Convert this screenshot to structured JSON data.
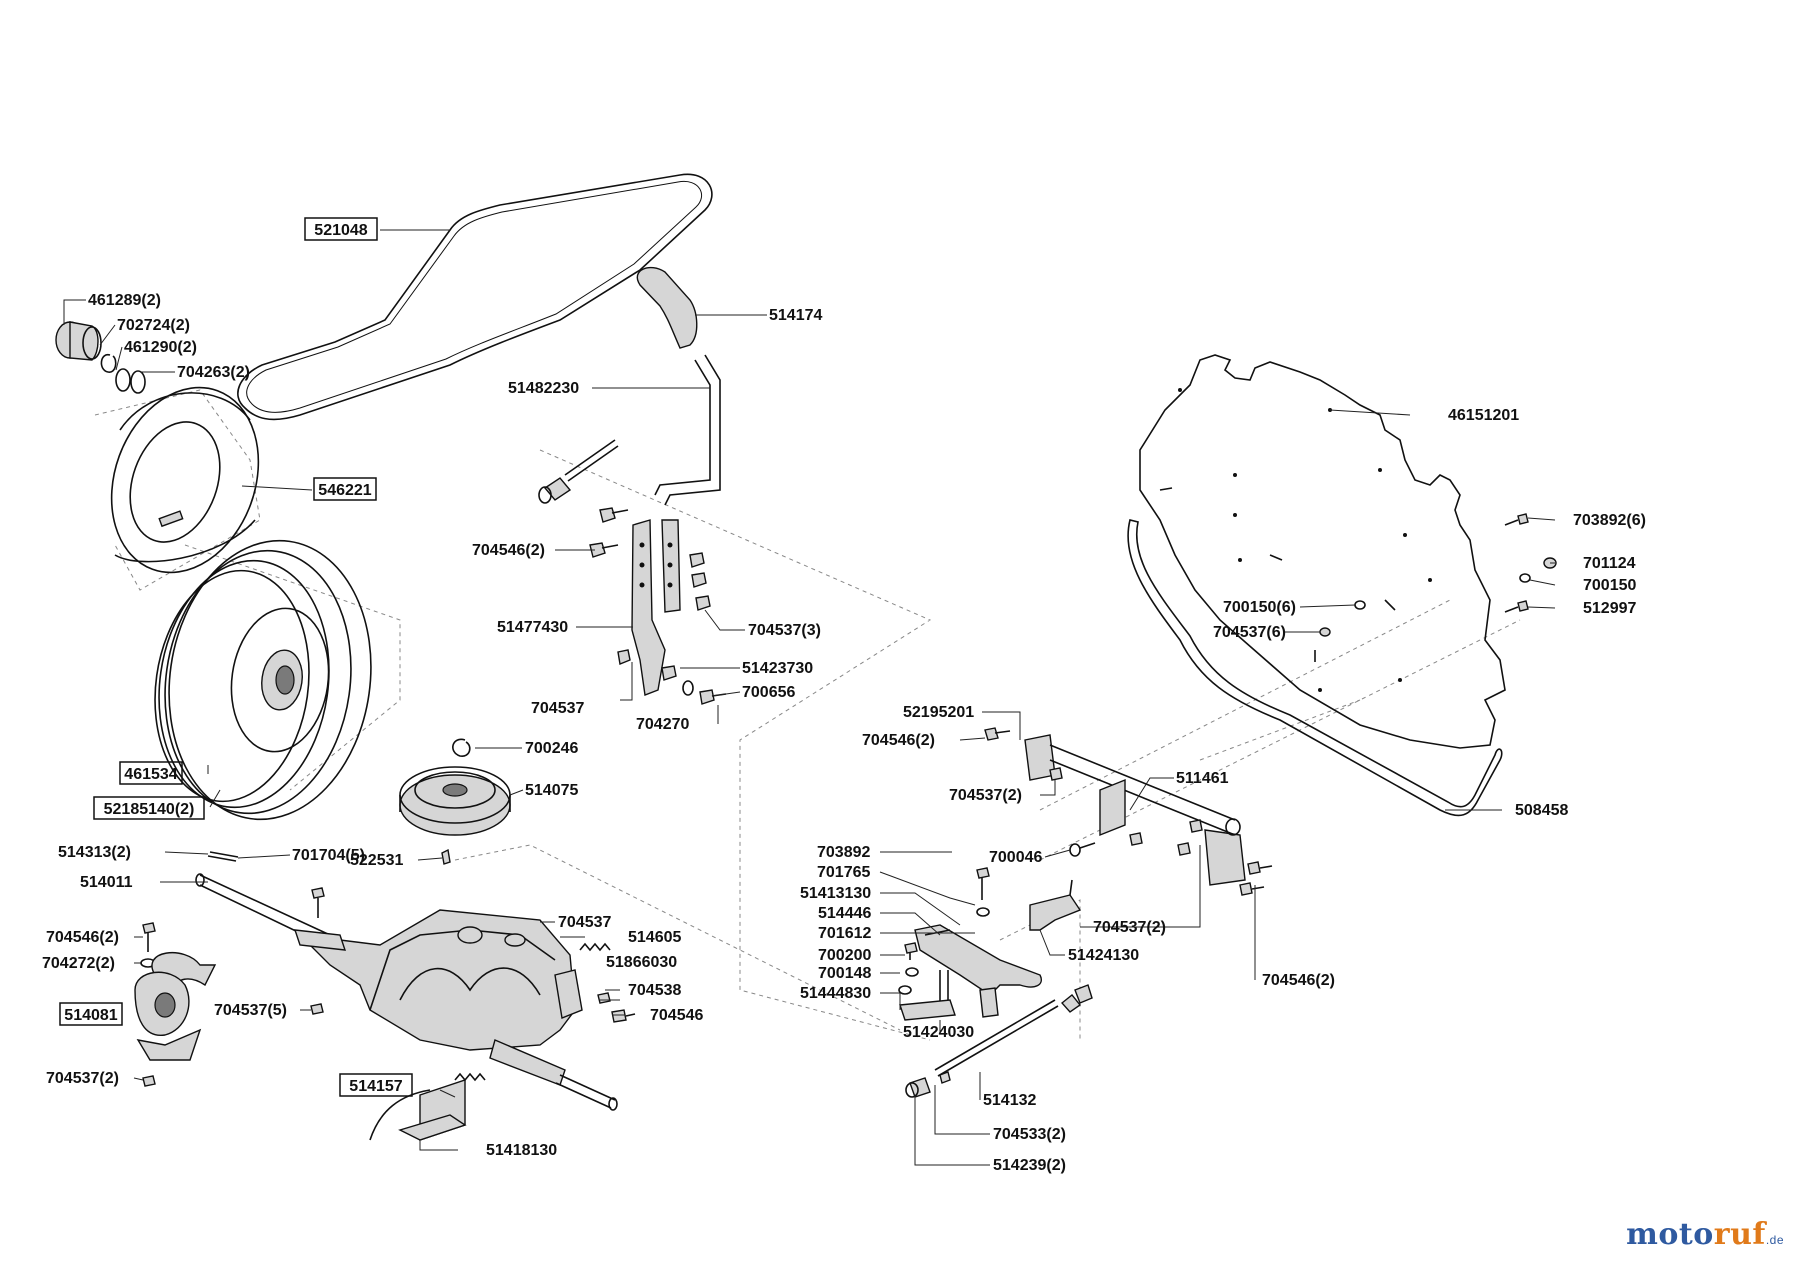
{
  "parts": {
    "p521048": "521048",
    "p461289": "461289(2)",
    "p702724": "702724(2)",
    "p461290": "461290(2)",
    "p704263": "704263(2)",
    "p546221": "546221",
    "p461534": "461534",
    "p52185140": "52185140(2)",
    "p514174": "514174",
    "p51482230": "51482230",
    "p704546_2a": "704546(2)",
    "p51477430": "51477430",
    "p704537_3": "704537(3)",
    "p51423730": "51423730",
    "p704537a": "704537",
    "p700656": "700656",
    "p704270": "704270",
    "p700246": "700246",
    "p514075": "514075",
    "p514313": "514313(2)",
    "p701704": "701704(5)",
    "p522531": "522531",
    "p514011": "514011",
    "p704546_2b": "704546(2)",
    "p704272": "704272(2)",
    "p514081": "514081",
    "p704537_5": "704537(5)",
    "p704537_2a": "704537(2)",
    "p704537b": "704537",
    "p514605": "514605",
    "p51866030": "51866030",
    "p704538": "704538",
    "p704546a": "704546",
    "p514157": "514157",
    "p51418130": "51418130",
    "p46151201": "46151201",
    "p703892_6": "703892(6)",
    "p701124": "701124",
    "p700150": "700150",
    "p700150_6": "700150(6)",
    "p512997": "512997",
    "p704537_6": "704537(6)",
    "p52195201": "52195201",
    "p704546_2c": "704546(2)",
    "p511461": "511461",
    "p704537_2b": "704537(2)",
    "p508458": "508458",
    "p703892": "703892",
    "p700046": "700046",
    "p701765": "701765",
    "p51413130": "51413130",
    "p514446": "514446",
    "p704537_2c": "704537(2)",
    "p701612": "701612",
    "p51424130": "51424130",
    "p700200": "700200",
    "p700148": "700148",
    "p51444830": "51444830",
    "p704546_2d": "704546(2)",
    "p51424030": "51424030",
    "p514132": "514132",
    "p704533": "704533(2)",
    "p514239": "514239(2)"
  },
  "logo": {
    "part1": "moto",
    "part2": "ruf",
    "part3": ".de"
  }
}
